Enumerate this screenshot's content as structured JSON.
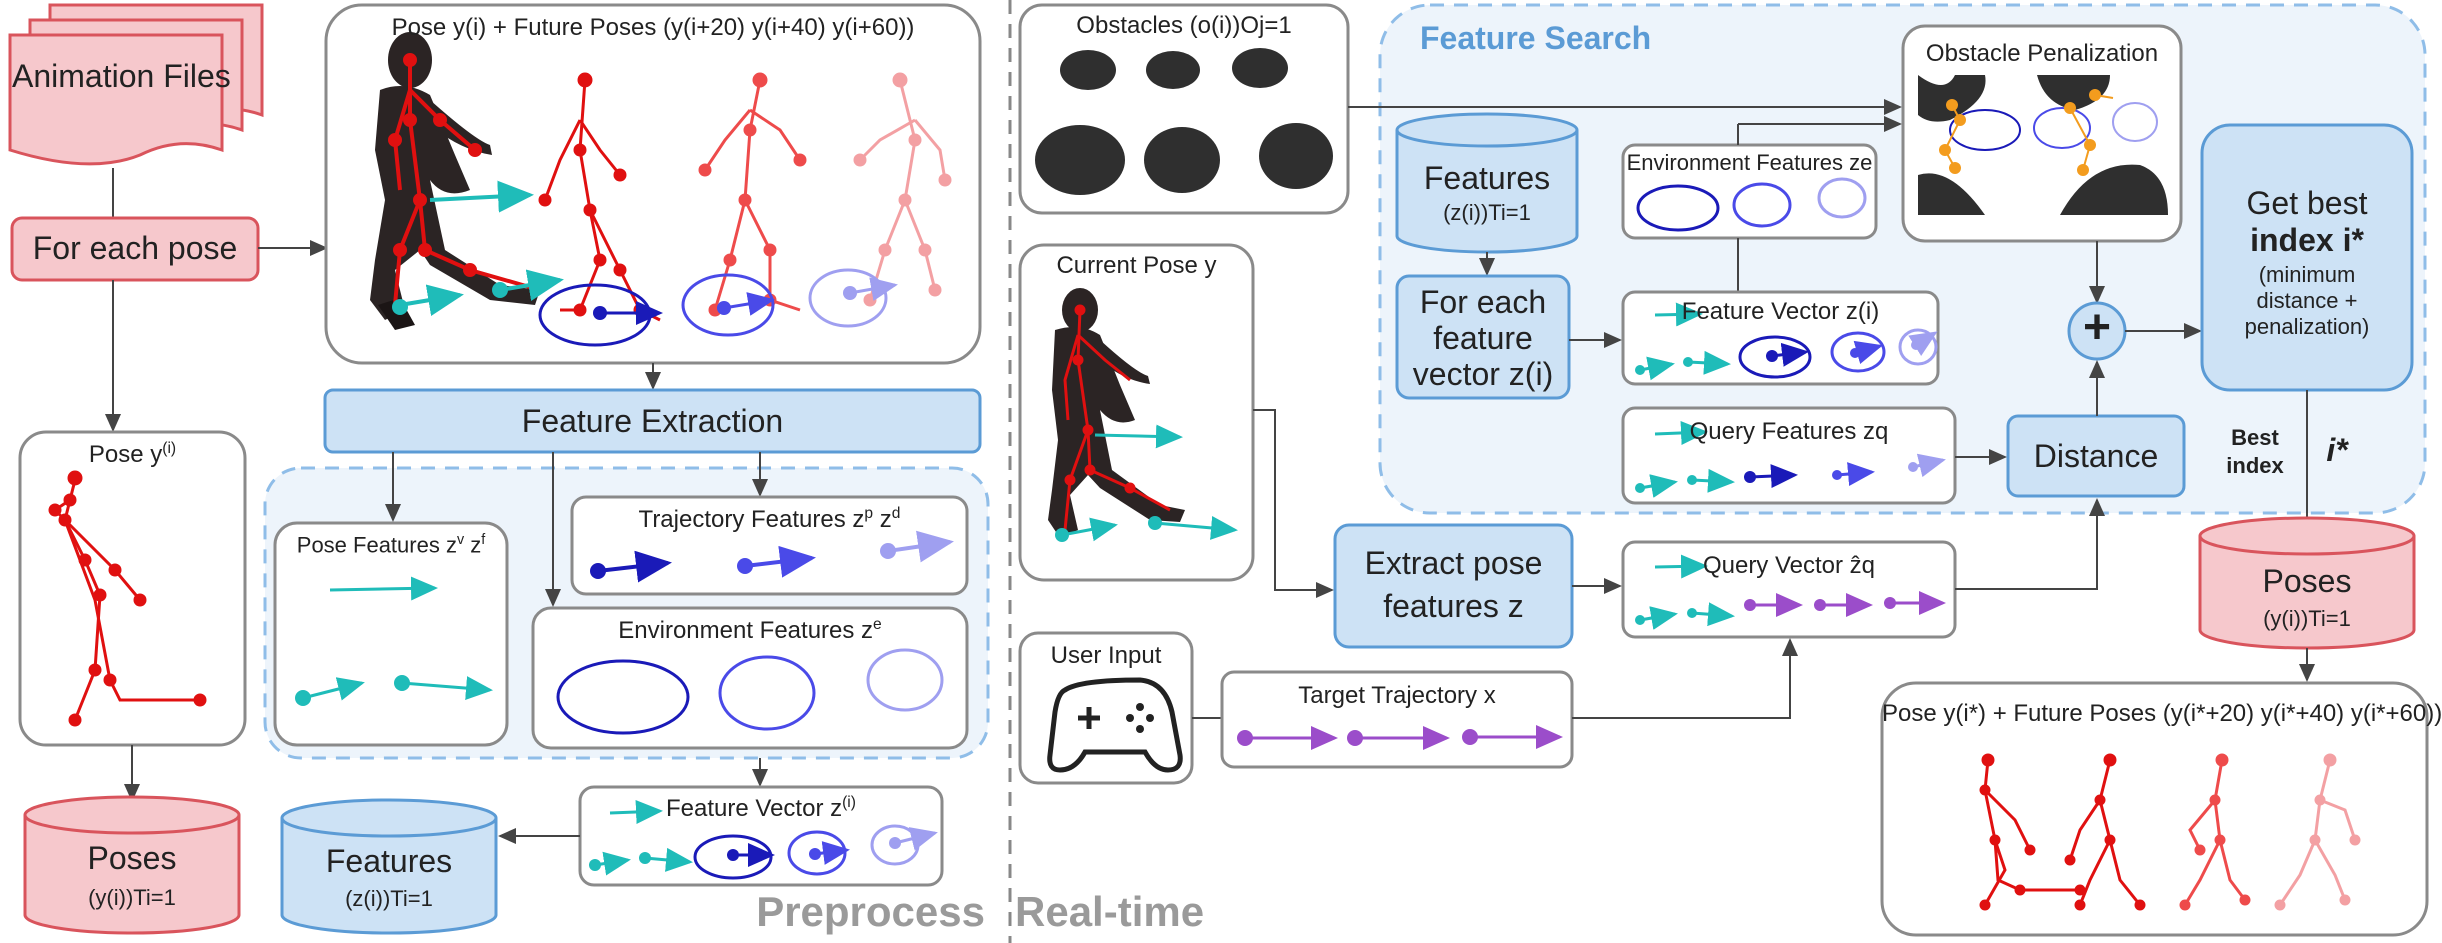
{
  "colors": {
    "red_fill": "#f6c8cc",
    "red_stroke": "#d9545c",
    "blue_fill": "#cde2f5",
    "blue_stroke": "#5b9bd5",
    "gray_stroke": "#8a8a8a",
    "teal": "#1fbcb9",
    "navy": "#1a1ab8",
    "purple": "#9b4dca",
    "skeleton_red": "#e01010",
    "section_gray": "#9a9a9a"
  },
  "preprocess": {
    "animation_files": "Animation Files",
    "for_each_pose": "For each pose",
    "pose_title": "Pose y",
    "pose_sup": "(i)",
    "poses_title": "Poses",
    "poses_formula": "(y(i))Ti=1",
    "pose_future_title": "Pose y(i) + Future Poses (y(i+20) y(i+40) y(i+60))",
    "feature_extraction": "Feature Extraction",
    "pose_features": "Pose Features z",
    "pose_features_sup": "v",
    "pose_features_tail": " z",
    "pose_features_sup2": "f",
    "trajectory_features": "Trajectory Features z",
    "trajectory_sup1": "p",
    "trajectory_mid": " z",
    "trajectory_sup2": "d",
    "environment_features": "Environment Features z",
    "environment_sup": "e",
    "feature_vector": "Feature Vector z",
    "feature_vector_sup": "(i)",
    "features_title": "Features",
    "features_formula": "(z(i))Ti=1"
  },
  "realtime": {
    "obstacles": "Obstacles (o(i))Oj=1",
    "current_pose": "Current Pose y",
    "user_input": "User Input",
    "target_trajectory": "Target Trajectory x",
    "extract_pose_line1": "Extract pose",
    "extract_pose_line2": "features z",
    "query_vector": "Query Vector ẑq",
    "feature_search": "Feature Search",
    "features_title": "Features",
    "features_formula": "(z(i))Ti=1",
    "for_each_line1": "For each",
    "for_each_line2": "feature",
    "for_each_line3": "vector z(i)",
    "environment_features": "Environment Features ze",
    "feature_vector": "Feature Vector z(i)",
    "query_features": "Query Features zq",
    "obstacle_penalization": "Obstacle Penalization",
    "distance": "Distance",
    "plus": "+",
    "get_best_line1": "Get best",
    "get_best_line2": "index i*",
    "get_best_line3": "(minimum",
    "get_best_line4": "distance +",
    "get_best_line5": "penalization)",
    "best_index_line1": "Best",
    "best_index_line2": "index",
    "i_star": "i*",
    "poses_title": "Poses",
    "poses_formula": "(y(i))Ti=1",
    "pose_future_title": "Pose y(i*) + Future Poses (y(i*+20) y(i*+40) y(i*+60))"
  },
  "sections": {
    "preprocess": "Preprocess",
    "realtime": "Real-time"
  }
}
